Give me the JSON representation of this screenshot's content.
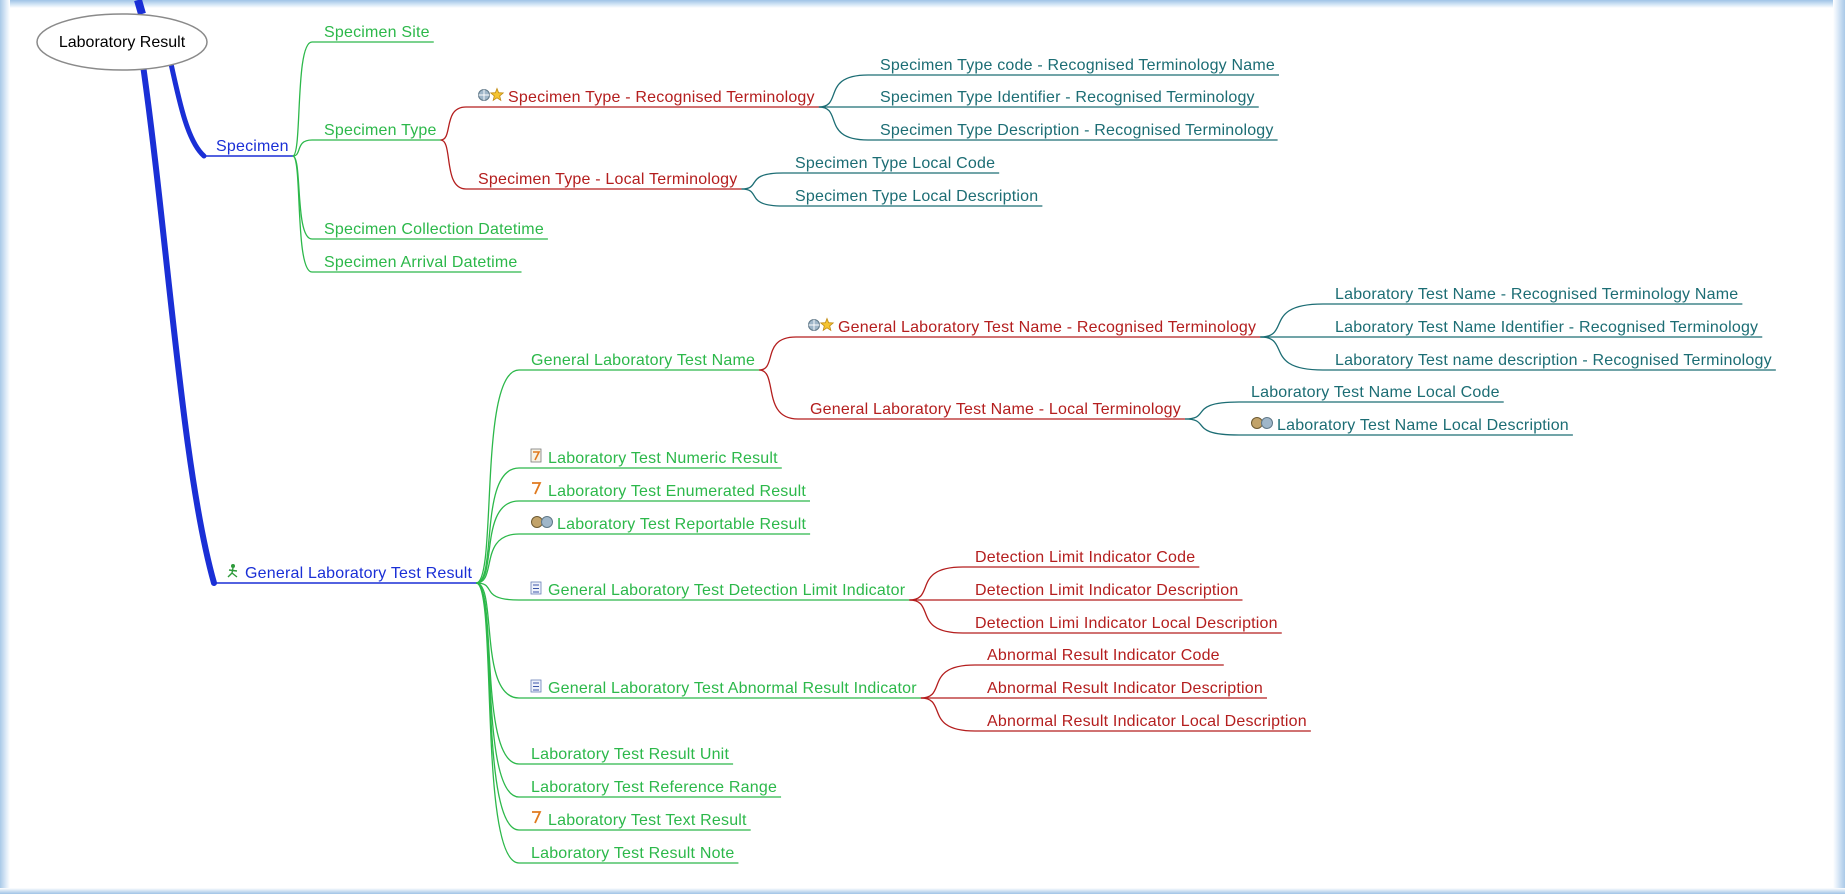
{
  "colors": {
    "main_branch": "#1a2fd6",
    "level2": "#2cb84a",
    "level3": "#b41e1e",
    "level4": "#1c6d74",
    "root_fill": "#ffffff",
    "root_stroke": "#8a8a8a"
  },
  "root": {
    "label": "Laboratory Result"
  },
  "nodes": {
    "specimen": {
      "label": "Specimen"
    },
    "specimen_site": {
      "label": "Specimen Site"
    },
    "specimen_type": {
      "label": "Specimen Type"
    },
    "specimen_type_recognised": {
      "label": "Specimen Type - Recognised Terminology",
      "icons": [
        "globe-icon",
        "star-icon"
      ]
    },
    "specimen_type_code_recognised": {
      "label": "Specimen Type code - Recognised Terminology Name"
    },
    "specimen_type_identifier_recognised": {
      "label": "Specimen Type Identifier - Recognised Terminology"
    },
    "specimen_type_description_recognised": {
      "label": "Specimen Type Description - Recognised Terminology"
    },
    "specimen_type_local": {
      "label": "Specimen Type - Local Terminology"
    },
    "specimen_type_local_code": {
      "label": "Specimen Type Local Code"
    },
    "specimen_type_local_description": {
      "label": "Specimen Type Local Description"
    },
    "specimen_collection_datetime": {
      "label": "Specimen Collection Datetime"
    },
    "specimen_arrival_datetime": {
      "label": "Specimen Arrival Datetime"
    },
    "general_lab_test_result": {
      "label": "General Laboratory Test Result",
      "icons": [
        "stick-figure-icon"
      ]
    },
    "general_lab_test_name": {
      "label": "General Laboratory Test Name"
    },
    "general_lab_test_name_recognised": {
      "label": "General Laboratory Test Name - Recognised Terminology",
      "icons": [
        "globe-icon",
        "star-icon"
      ]
    },
    "lab_test_name_recognised_name": {
      "label": "Laboratory Test Name - Recognised Terminology Name"
    },
    "lab_test_name_identifier_recognised": {
      "label": "Laboratory Test Name Identifier - Recognised Terminology"
    },
    "lab_test_name_description_recognised": {
      "label": "Laboratory Test name description - Recognised Terminology"
    },
    "general_lab_test_name_local": {
      "label": "General Laboratory Test Name - Local Terminology"
    },
    "lab_test_name_local_code": {
      "label": "Laboratory Test Name Local Code"
    },
    "lab_test_name_local_description": {
      "label": "Laboratory Test Name Local Description",
      "icons": [
        "globe-pair-icon"
      ]
    },
    "lab_test_numeric_result": {
      "label": "Laboratory Test Numeric Result",
      "icons": [
        "numeric-icon"
      ]
    },
    "lab_test_enumerated_result": {
      "label": "Laboratory Test Enumerated Result",
      "icons": [
        "enumerated-icon"
      ]
    },
    "lab_test_reportable_result": {
      "label": "Laboratory Test Reportable Result",
      "icons": [
        "globe-pair-icon"
      ]
    },
    "detection_limit_indicator": {
      "label": "General Laboratory Test Detection Limit Indicator",
      "icons": [
        "list-icon"
      ]
    },
    "detection_limit_indicator_code": {
      "label": "Detection Limit Indicator Code"
    },
    "detection_limit_indicator_description": {
      "label": "Detection Limit Indicator Description"
    },
    "detection_limi_indicator_local_description": {
      "label": "Detection Limi Indicator Local Description"
    },
    "abnormal_result_indicator": {
      "label": "General Laboratory Test Abnormal Result Indicator",
      "icons": [
        "list-icon"
      ]
    },
    "abnormal_result_indicator_code": {
      "label": "Abnormal Result Indicator Code"
    },
    "abnormal_result_indicator_description": {
      "label": "Abnormal Result Indicator Description"
    },
    "abnormal_result_indicator_local_description": {
      "label": "Abnormal Result Indicator Local Description"
    },
    "lab_test_result_unit": {
      "label": "Laboratory Test Result Unit"
    },
    "lab_test_reference_range": {
      "label": "Laboratory Test Reference Range"
    },
    "lab_test_text_result": {
      "label": "Laboratory Test Text Result",
      "icons": [
        "enumerated-icon"
      ]
    },
    "lab_test_result_note": {
      "label": "Laboratory Test Result Note"
    }
  }
}
